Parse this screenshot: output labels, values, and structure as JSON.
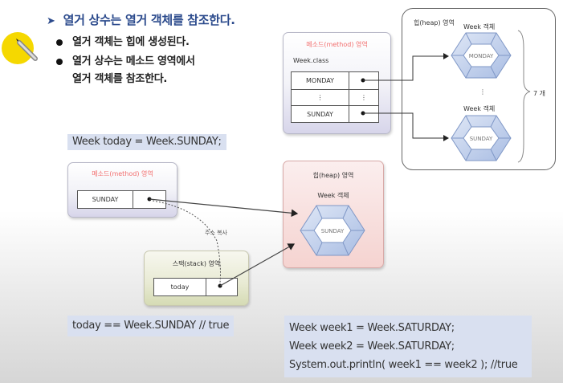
{
  "heading": {
    "title": "열거 상수는 열거 객체를 참조한다.",
    "bullets": [
      {
        "line1": "열거  객체는 힙에 생성된다."
      },
      {
        "line1": "열거 상수는 메소드 영역에서",
        "line2": "열거  객체를 참조한다."
      }
    ]
  },
  "top_diagram": {
    "method_area": {
      "label": "메소드(method) 영역",
      "class_label": "Week.class",
      "rows": [
        {
          "name": "MONDAY",
          "ref": "●"
        },
        {
          "name": "⋮",
          "ref": "⋮"
        },
        {
          "name": "SUNDAY",
          "ref": "●"
        }
      ]
    },
    "heap_area": {
      "label": "힙(heap) 영역",
      "objects": [
        {
          "title": "Week  객체",
          "value": "MONDAY"
        },
        {
          "title": "Week  객체",
          "value": "SUNDAY"
        }
      ],
      "ellipsis": "⋮",
      "count_label": "7 개"
    }
  },
  "code_snippet_1": "Week today = Week.SUNDAY;",
  "bottom_diagram": {
    "method_area": {
      "label": "메소드(method) 영역",
      "row": {
        "name": "SUNDAY",
        "ref": "●"
      }
    },
    "heap_area": {
      "label": "힙(heap) 영역",
      "object_title": "Week  객체",
      "object_value": "SUNDAY"
    },
    "stack_area": {
      "label": "스택(stack) 영역",
      "row": {
        "name": "today",
        "ref": "●"
      }
    },
    "copy_label": "주소 복사"
  },
  "code_snippet_2": "today == Week.SUNDAY   // true",
  "code_snippet_3": [
    "Week week1 = Week.SATURDAY;",
    "Week week2 = Week.SATURDAY;",
    "System.out.println( week1 == week2 );   //true"
  ],
  "colors": {
    "title": "#2b4a8c",
    "method_label": "#f26d6d",
    "code_bg": "#d9e0f0",
    "hexagon_fill": "#c5d3ec",
    "hexagon_stroke": "#7f97c6",
    "heap_panel": "#f5d3d0",
    "stack_panel": "#e0e4c4",
    "cursor_highlight": "#f5d800"
  }
}
